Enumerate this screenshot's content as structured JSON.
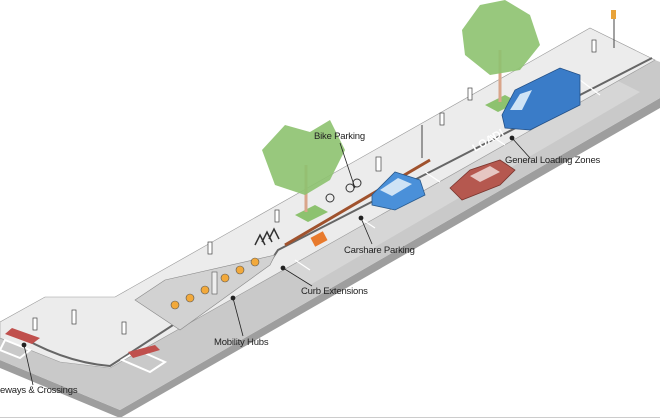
{
  "labels": {
    "bike_parking": "Bike Parking",
    "general_loading_zones": "General Loading Zones",
    "carshare_parking": "Carshare Parking",
    "curb_extensions": "Curb Extensions",
    "mobility_hubs": "Mobility Hubs",
    "driveways_crossings": "eways & Crossings"
  },
  "road_marking": "LOADI",
  "colors": {
    "sidewalk": "#ececec",
    "road": "#c9c9c9",
    "road_side": "#9e9e9e",
    "curb_red": "#a0522d",
    "tree": "#8dc26f",
    "car_blue": "#4a90d9",
    "car_red": "#b5584f",
    "carshare_orange": "#e87a2d",
    "bike_yellow": "#f2a93b"
  }
}
